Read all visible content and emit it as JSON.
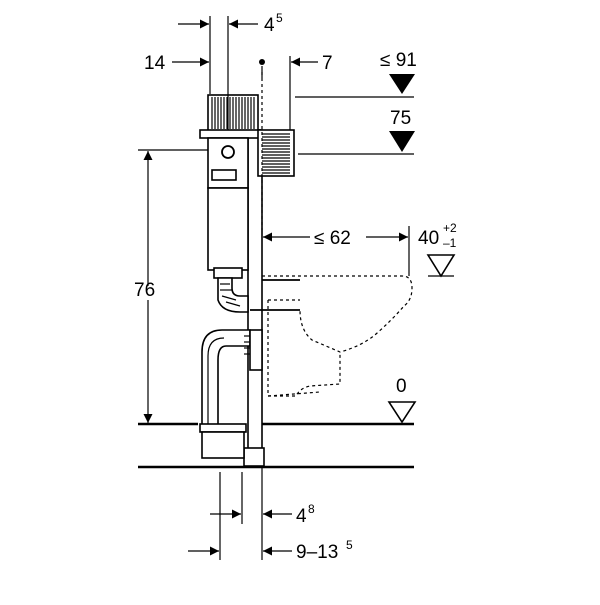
{
  "dimensions": {
    "d_4_5": {
      "main": "4",
      "sup": "5"
    },
    "d_14": {
      "main": "14"
    },
    "d_7": {
      "main": "7"
    },
    "d_le_91": {
      "main": "≤ 91"
    },
    "d_75": {
      "main": "75"
    },
    "d_76": {
      "main": "76"
    },
    "d_le_62": {
      "main": "≤ 62"
    },
    "d_40": {
      "main": "40",
      "sup_top": "+2",
      "sup_bottom": "–1"
    },
    "d_0": {
      "main": "0"
    },
    "d_4_8": {
      "main": "4",
      "sup": "8"
    },
    "d_9_13_5": {
      "main": "9–13",
      "sup": "5"
    }
  }
}
